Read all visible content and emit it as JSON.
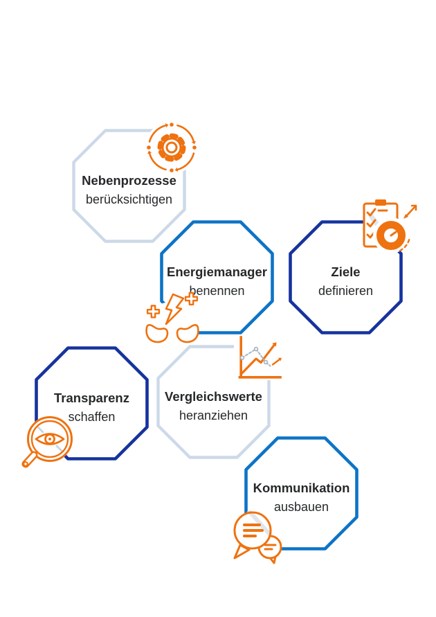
{
  "figure": {
    "type": "octagon-process-infographic",
    "background": "#ffffff"
  },
  "colors": {
    "orange": "#ee7210",
    "blue_medium": "#0d74c6",
    "blue_dark": "#16339e",
    "blue_light": "#cdd9e8",
    "text": "#26282a",
    "shine": "#e0e6ec",
    "lens_shine": "#c9d6e4",
    "chart_dashed": "#a9b6c2",
    "white": "#ffffff"
  },
  "items": [
    {
      "title": "Nebenprozesse",
      "subtitle": "berücksichtigen",
      "border_color": "#cdd9e8",
      "icon": "gear-cycle-icon"
    },
    {
      "title": "Energiemanager",
      "subtitle": "benennen",
      "border_color": "#0d74c6",
      "icon": "hands-energy-icon"
    },
    {
      "title": "Ziele",
      "subtitle": "definieren",
      "border_color": "#16339e",
      "icon": "clipboard-target-icon"
    },
    {
      "title": "Transparenz",
      "subtitle": "schaffen",
      "border_color": "#16339e",
      "icon": "magnifier-eye-icon"
    },
    {
      "title": "Vergleichswerte",
      "subtitle": "heranziehen",
      "border_color": "#cdd9e8",
      "icon": "line-chart-icon"
    },
    {
      "title": "Kommunikation",
      "subtitle": "ausbauen",
      "border_color": "#0d74c6",
      "icon": "speech-bubbles-icon"
    }
  ]
}
